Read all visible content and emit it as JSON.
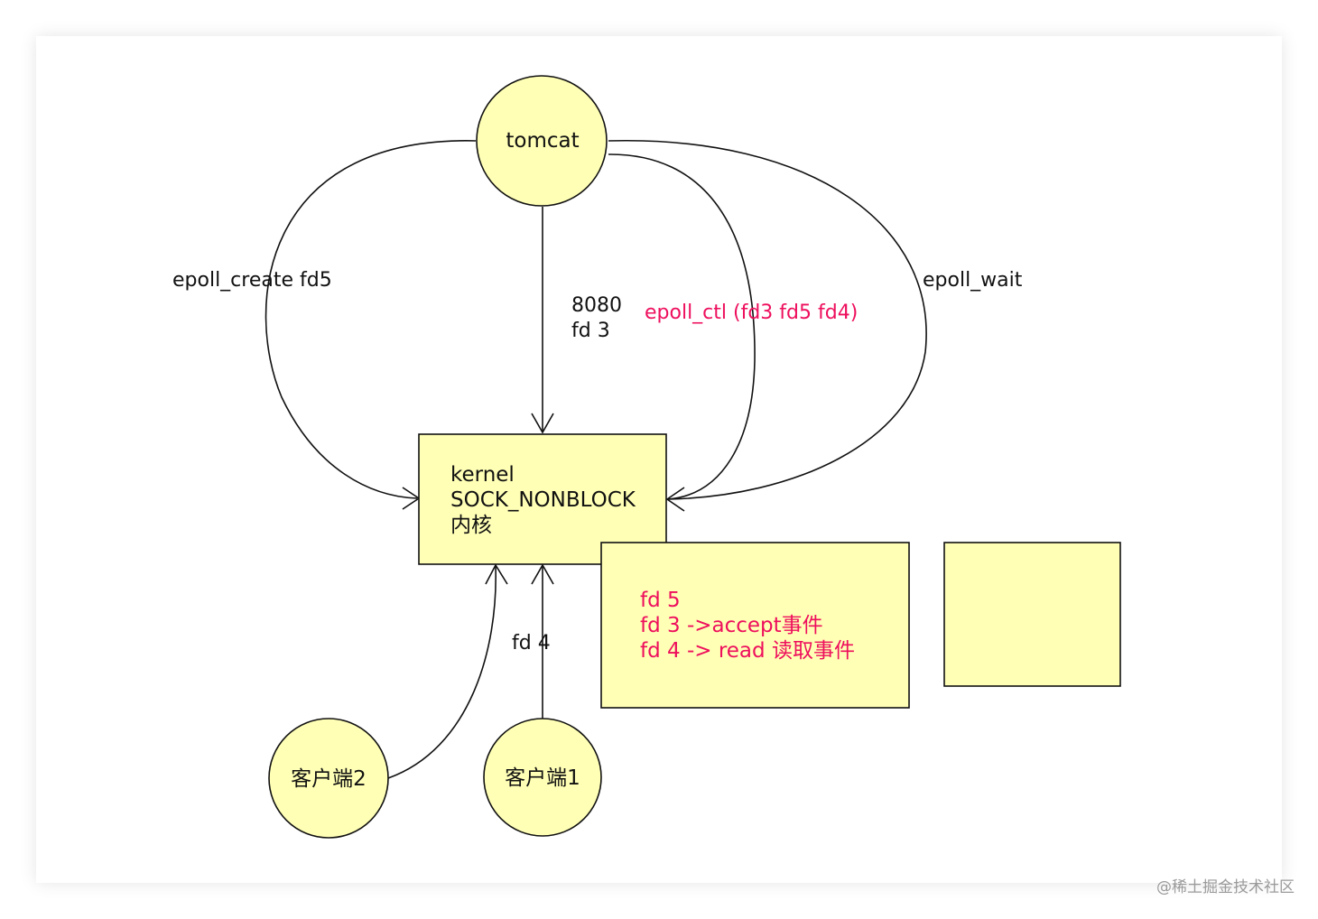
{
  "nodes": {
    "tomcat": "tomcat",
    "kernel": [
      "kernel",
      "SOCK_NONBLOCK",
      "内核"
    ],
    "client2": "客户端2",
    "client1": "客户端1"
  },
  "edges": {
    "epoll_create": "epoll_create fd5",
    "port_line1": "8080",
    "port_line2": "fd  3",
    "epoll_ctl": "epoll_ctl (fd3   fd5  fd4)",
    "epoll_wait": "epoll_wait",
    "client_fd": "fd  4"
  },
  "event_list": [
    "fd  5",
    "fd  3  ->accept事件",
    "fd  4  ->  read  读取事件"
  ],
  "watermark": "@稀土掘金技术社区",
  "colors": {
    "node_fill": "#ffffb6",
    "highlight": "#ee0f5d",
    "stroke": "#111111"
  }
}
